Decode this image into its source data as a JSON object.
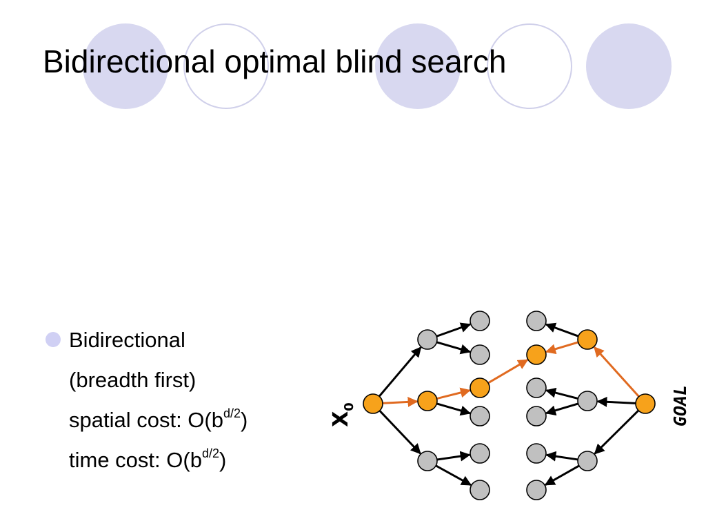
{
  "slide": {
    "title": "Bidirectional optimal blind search",
    "bullet": {
      "line1": "Bidirectional",
      "line2": "(breadth first)",
      "line3": {
        "prefix": "spatial cost: O(b",
        "sup": "d/2",
        "suffix": ")"
      },
      "line4": {
        "prefix": "time cost: O(b",
        "sup": "d/2",
        "suffix": ")"
      }
    }
  },
  "diagram": {
    "start_label": {
      "base": "X",
      "sub": "0"
    },
    "goal_label": "GOAL",
    "colors": {
      "path_node": "#f7a21b",
      "path_edge": "#e06a20",
      "plain_node": "#c0c0c0",
      "edge": "#000000",
      "decor_fill": "#d8d8f0",
      "decor_stroke": "#d0d0ea"
    }
  }
}
